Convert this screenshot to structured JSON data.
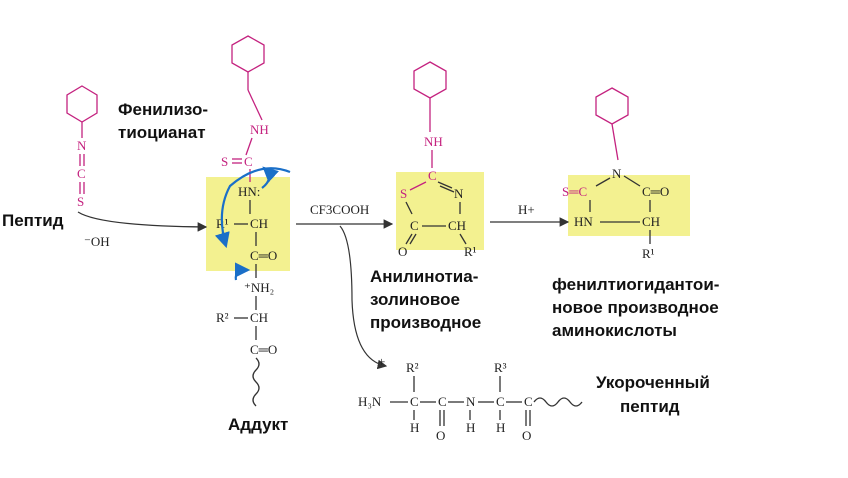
{
  "labels": {
    "phenylisothiocyanate_line1": "Фенилизо-",
    "phenylisothiocyanate_line2": "тиоцианат",
    "peptide": "Пептид",
    "adduct": "Аддукт",
    "anilinothiazolinone_line1": "Анилинотиа-",
    "anilinothiazolinone_line2": "золиновое",
    "anilinothiazolinone_line3": "производное",
    "pth_line1": "фенилтиогидантои-",
    "pth_line2": "новое производное",
    "pth_line3": "аминокислоты",
    "shortened_line1": "Укороченный",
    "shortened_line2": "пептид"
  },
  "reagents": {
    "acid": "CF3COOH",
    "proton": "H+",
    "hydroxide": "⁻OH"
  },
  "atoms": {
    "N": "N",
    "C": "C",
    "S": "S",
    "NH": "NH",
    "HN": "HN",
    "HN_colon": "HN:",
    "H": "H",
    "O": "O",
    "R1": "R¹",
    "R2": "R²",
    "R3": "R³",
    "CH": "CH",
    "C_O": "C═O",
    "S_eq": "S═C",
    "NH2": "⁺NH₂",
    "H3N": "H₃N",
    "plus": "+"
  },
  "colors": {
    "highlight": "#f2ef84",
    "reagent_pink": "#c4227f",
    "electron_arrow": "#1a6fc8"
  }
}
